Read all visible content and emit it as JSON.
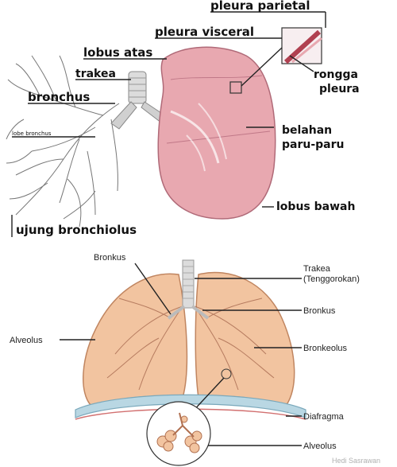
{
  "figure_top": {
    "labels": {
      "pleura_parietal": "pleura parietal",
      "pleura_visceral": "pleura visceral",
      "lobus_atas": "lobus atas",
      "trakea": "trakea",
      "bronchus": "bronchus",
      "lobe_bronchus": "lobe bronchus",
      "rongga_pleura_1": "rongga",
      "rongga_pleura_2": "pleura",
      "belahan_1": "belahan",
      "belahan_2": "paru-paru",
      "lobus_bawah": "lobus bawah",
      "ujung_bronchiolus": "ujung bronchiolus"
    }
  },
  "figure_bottom": {
    "labels": {
      "bronkus_left": "Bronkus",
      "trakea_1": "Trakea",
      "trakea_2": "(Tenggorokan)",
      "bronkus_right": "Bronkus",
      "alveolus_left": "Alveolus",
      "bronkeolus": "Bronkeolus",
      "diafragma": "Diafragma",
      "alveolus_bottom": "Alveolus"
    },
    "credit": "Hedi Sasrawan"
  },
  "colors": {
    "lung_pink": "#e8a8b0",
    "lung_orange": "#f2c4a0",
    "trachea_gray": "#d8d8d8",
    "diaphragm": "#b9d7e3"
  }
}
